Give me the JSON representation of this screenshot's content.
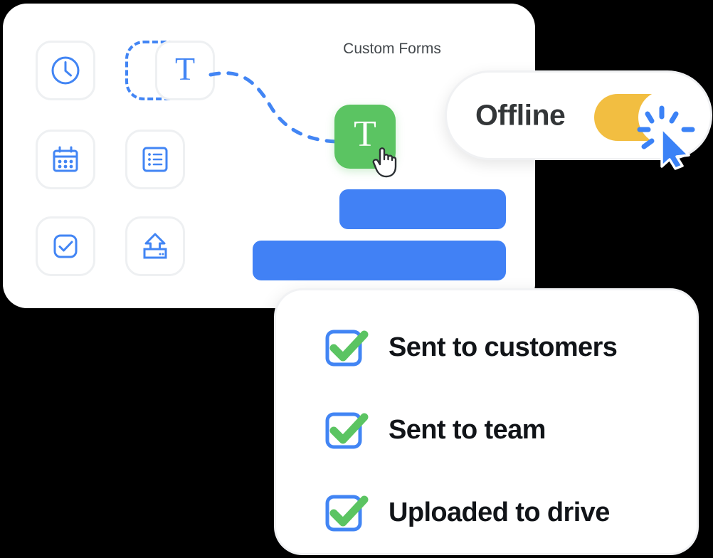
{
  "colors": {
    "blue": "#4285F4",
    "bar_blue": "#4181F5",
    "green": "#5BC462",
    "amber": "#F2BE41",
    "tile_border": "#eef0f2",
    "card_white": "#ffffff",
    "text_dark": "#111418",
    "title_gray": "#43484c",
    "background": "#000000"
  },
  "main_card": {
    "title": "Custom Forms",
    "tiles": [
      {
        "icon": "clock-icon",
        "label": "Clock"
      },
      {
        "icon": "text-t-icon",
        "label": "T"
      },
      {
        "icon": "calendar-icon",
        "label": "Calendar"
      },
      {
        "icon": "list-icon",
        "label": "List"
      },
      {
        "icon": "checkbox-icon",
        "label": "Checkbox"
      },
      {
        "icon": "upload-icon",
        "label": "Upload"
      }
    ],
    "dropzone": {
      "name": "dashed-drop-zone"
    },
    "connector": {
      "name": "dashed-drag-path"
    },
    "dragged_tile": {
      "icon": "text-t-icon",
      "label": "T"
    },
    "cursor": {
      "name": "hand-cursor"
    },
    "bars": [
      {
        "name": "content-bar-1"
      },
      {
        "name": "content-bar-2"
      }
    ]
  },
  "offline_pill": {
    "label": "Offline",
    "toggle": {
      "state": "on",
      "name": "offline-toggle"
    },
    "cursor": {
      "name": "click-cursor"
    }
  },
  "checklist_card": {
    "items": [
      {
        "label": "Sent to customers",
        "checked": true
      },
      {
        "label": "Sent to team",
        "checked": true
      },
      {
        "label": "Uploaded to drive",
        "checked": true
      }
    ]
  }
}
